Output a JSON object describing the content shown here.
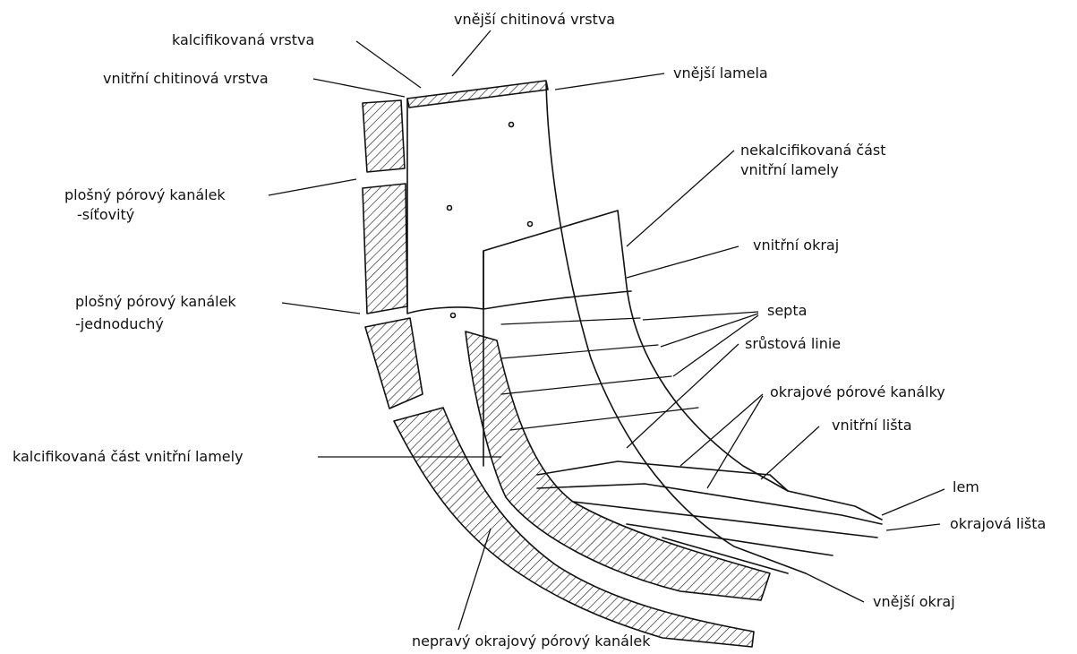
{
  "labels": {
    "outer_chitin_layer": "vnější chitinová vrstva",
    "calcified_layer": "kalcifikovaná vrstva",
    "inner_chitin_layer": "vnitřní chitinová vrstva",
    "outer_lamella": "vnější lamela",
    "uncalcified_inner_lamella_1": "nekalcifikovaná část",
    "uncalcified_inner_lamella_2": "vnitřní lamely",
    "flat_pore_canal_reticulate_1": "plošný pórový kanálek",
    "flat_pore_canal_reticulate_2": "-síťovitý",
    "inner_margin": "vnitřní okraj",
    "flat_pore_canal_simple_1": "plošný pórový kanálek",
    "flat_pore_canal_simple_2": "-jednoduchý",
    "septa": "septa",
    "fusion_line": "srůstová linie",
    "marginal_pore_canals": "okrajové pórové kanálky",
    "inner_list": "vnitřní lišta",
    "calcified_inner_lamella": "kalcifikovaná  část  vnitřní lamely",
    "selvage": "lem",
    "marginal_list": "okrajová lišta",
    "outer_margin": "vnější okraj",
    "false_marginal_pore_canal": "nepravý okrajový pórový kanálek"
  }
}
